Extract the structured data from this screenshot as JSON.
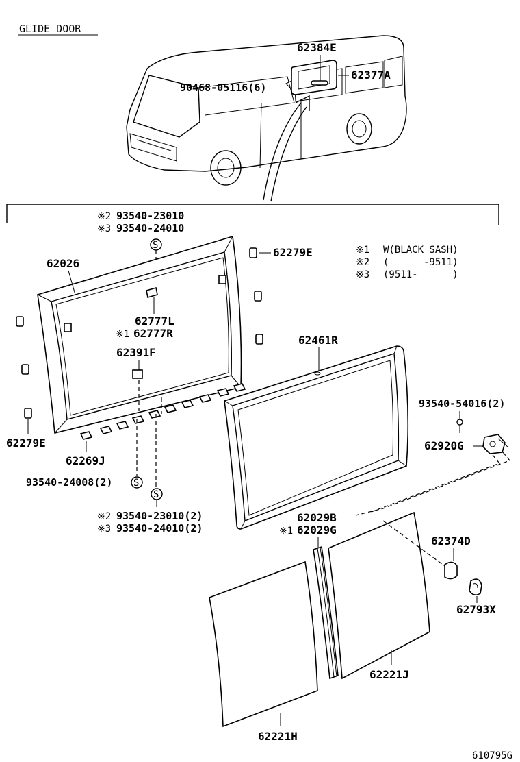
{
  "title": "GLIDE DOOR",
  "figure_id": "610795G",
  "notes": {
    "n1_mark": "※1",
    "n1_text": "W(BLACK SASH)",
    "n2_mark": "※2",
    "n2_text": "(      -9511)",
    "n3_mark": "※3",
    "n3_text": "(9511-      )"
  },
  "labels": {
    "p62384E": "62384E",
    "p62377A": "62377A",
    "p90468": "90468-05116(6)",
    "p93540_23010_top": "93540-23010",
    "p93540_24010_top": "93540-24010",
    "p62026": "62026",
    "p62279E_top": "62279E",
    "p62777L": "62777L",
    "p62777R": "62777R",
    "p62391F": "62391F",
    "p62461R": "62461R",
    "p62279E_bot": "62279E",
    "p62269J": "62269J",
    "p93540_24008": "93540-24008(2)",
    "p93540_23010_bot": "93540-23010(2)",
    "p93540_24010_bot": "93540-24010(2)",
    "p93540_54016": "93540-54016(2)",
    "p62920G": "62920G",
    "p62029B": "62029B",
    "p62029G": "62029G",
    "p62374D": "62374D",
    "p62793X": "62793X",
    "p62221J": "62221J",
    "p62221H": "62221H"
  },
  "marks": {
    "m2": "※2",
    "m3": "※3",
    "m1": "※1",
    "screw": "S"
  }
}
